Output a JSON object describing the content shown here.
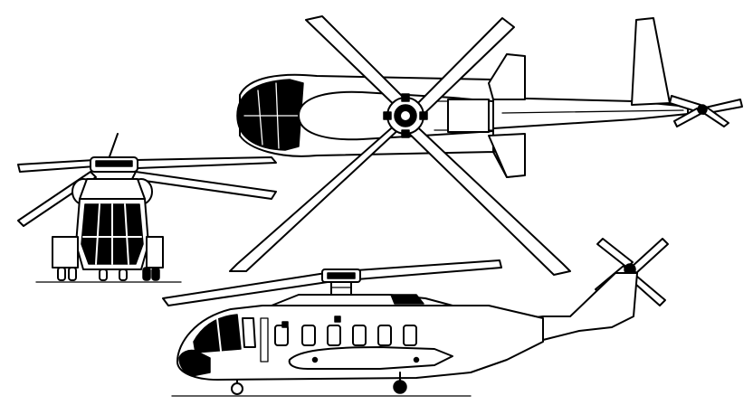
{
  "figure": {
    "views": [
      "front",
      "top",
      "side"
    ],
    "colors": {
      "line": "#000000",
      "background": "#ffffff",
      "glazing": "#000000"
    }
  }
}
